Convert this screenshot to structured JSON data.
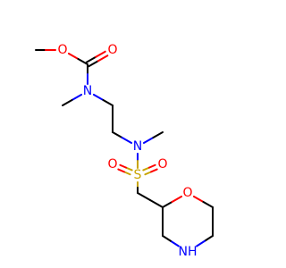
{
  "molecule": {
    "atoms": [
      {
        "id": "methyl_ester_C",
        "label": "",
        "element": "C"
      },
      {
        "id": "O_ester",
        "label": "O",
        "element": "O"
      },
      {
        "id": "C_carbonyl",
        "label": "",
        "element": "C"
      },
      {
        "id": "O_carbonyl",
        "label": "O",
        "element": "O"
      },
      {
        "id": "N_carbamate",
        "label": "N",
        "element": "N"
      },
      {
        "id": "N1_methyl",
        "label": "",
        "element": "C"
      },
      {
        "id": "CH2_a",
        "label": "",
        "element": "C"
      },
      {
        "id": "CH2_b",
        "label": "",
        "element": "C"
      },
      {
        "id": "N_sulfonamide",
        "label": "N",
        "element": "N"
      },
      {
        "id": "N2_methyl",
        "label": "",
        "element": "C"
      },
      {
        "id": "S",
        "label": "S",
        "element": "S"
      },
      {
        "id": "O_s_left",
        "label": "O",
        "element": "O"
      },
      {
        "id": "O_s_right",
        "label": "O",
        "element": "O"
      },
      {
        "id": "CH2_link",
        "label": "",
        "element": "C"
      },
      {
        "id": "C2_ring",
        "label": "",
        "element": "C"
      },
      {
        "id": "O_ring",
        "label": "O",
        "element": "O"
      },
      {
        "id": "C6_ring",
        "label": "",
        "element": "C"
      },
      {
        "id": "C5_ring",
        "label": "",
        "element": "C"
      },
      {
        "id": "NH_ring",
        "label": "NH",
        "element": "N"
      },
      {
        "id": "C3_ring",
        "label": "",
        "element": "C"
      }
    ],
    "bonds": [
      {
        "a": "methyl_ester_C",
        "b": "O_ester",
        "order": 1
      },
      {
        "a": "O_ester",
        "b": "C_carbonyl",
        "order": 1
      },
      {
        "a": "C_carbonyl",
        "b": "O_carbonyl",
        "order": 2
      },
      {
        "a": "C_carbonyl",
        "b": "N_carbamate",
        "order": 1
      },
      {
        "a": "N_carbamate",
        "b": "N1_methyl",
        "order": 1
      },
      {
        "a": "N_carbamate",
        "b": "CH2_a",
        "order": 1
      },
      {
        "a": "CH2_a",
        "b": "CH2_b",
        "order": 1
      },
      {
        "a": "CH2_b",
        "b": "N_sulfonamide",
        "order": 1
      },
      {
        "a": "N_sulfonamide",
        "b": "N2_methyl",
        "order": 1
      },
      {
        "a": "N_sulfonamide",
        "b": "S",
        "order": 1
      },
      {
        "a": "S",
        "b": "O_s_left",
        "order": 2
      },
      {
        "a": "S",
        "b": "O_s_right",
        "order": 2
      },
      {
        "a": "S",
        "b": "CH2_link",
        "order": 1
      },
      {
        "a": "CH2_link",
        "b": "C2_ring",
        "order": 1
      },
      {
        "a": "C2_ring",
        "b": "O_ring",
        "order": 1
      },
      {
        "a": "O_ring",
        "b": "C6_ring",
        "order": 1
      },
      {
        "a": "C6_ring",
        "b": "C5_ring",
        "order": 1
      },
      {
        "a": "C5_ring",
        "b": "NH_ring",
        "order": 1
      },
      {
        "a": "NH_ring",
        "b": "C3_ring",
        "order": 1
      },
      {
        "a": "C3_ring",
        "b": "C2_ring",
        "order": 1
      }
    ]
  },
  "colors": {
    "carbon_bond": "#000000",
    "O": "#ff0000",
    "N": "#0000ff",
    "S": "#c8a400"
  }
}
